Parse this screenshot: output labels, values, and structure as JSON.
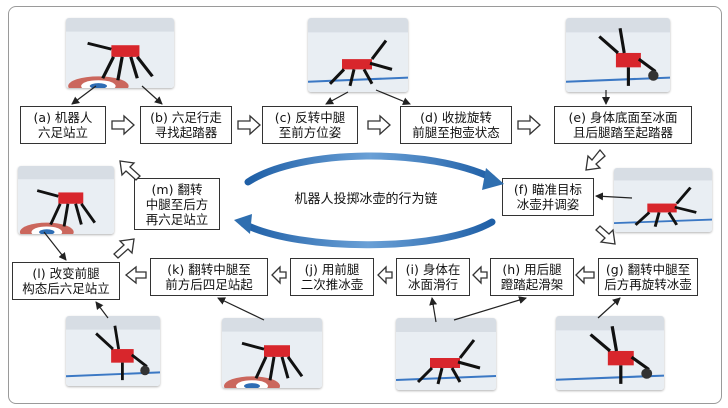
{
  "center_label": "机器人投掷冰壶的行为链",
  "steps": [
    {
      "line1": "(a) 机器人",
      "line2": "六足站立"
    },
    {
      "line1": "(b) 六足行走",
      "line2": "寻找起踏器"
    },
    {
      "line1": "(c) 反转中腿",
      "line2": "至前方位姿"
    },
    {
      "line1": "(d) 收拢旋转",
      "line2": "前腿至抱壶状态"
    },
    {
      "line1": "(e) 身体底面至冰面",
      "line2": "且后腿踏至起踏器"
    },
    {
      "line1": "(f) 瞄准目标",
      "line2": "冰壶并调姿"
    },
    {
      "line1": "(g) 翻转中腿至",
      "line2": "后方再旋转冰壶"
    },
    {
      "line1": "(h) 用后腿",
      "line2": "蹬踏起滑架"
    },
    {
      "line1": "(i) 身体在",
      "line2": "冰面滑行"
    },
    {
      "line1": "(j) 用前腿",
      "line2": "二次推冰壶"
    },
    {
      "line1": "(k) 翻转中腿至",
      "line2": "前方后四足站起"
    },
    {
      "line1": "(l) 改变前腿",
      "line2": "构态后六足站立"
    },
    {
      "line1": "(m) 翻转",
      "line2": "中腿至后方",
      "line3": "再六足站立"
    }
  ],
  "colors": {
    "arrow_blue": "#2f6fb0",
    "robot_red": "#d8262c",
    "ice": "#e9eef3"
  }
}
